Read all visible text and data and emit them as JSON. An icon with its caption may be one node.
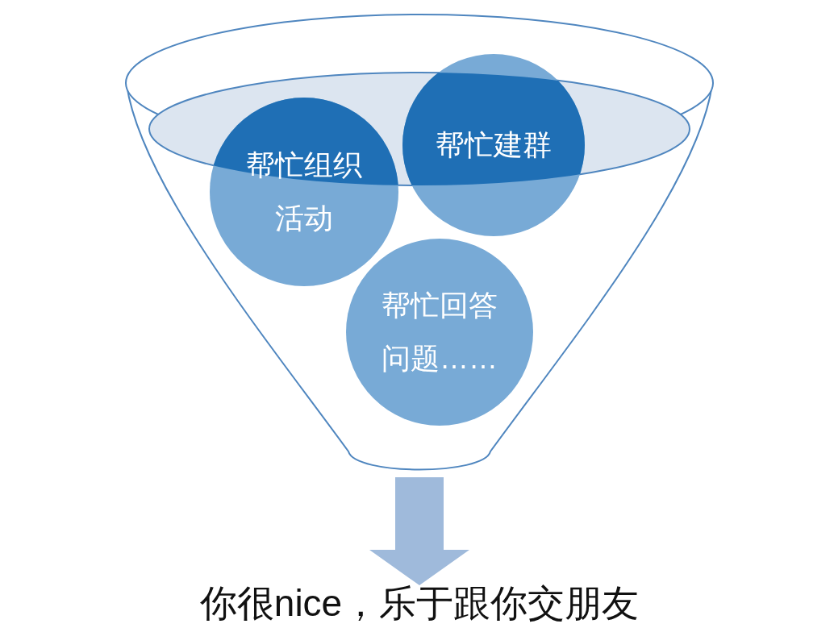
{
  "diagram": {
    "nodes": [
      {
        "text": [],
        "shape": "funnel"
      },
      {
        "text": [
          "帮忙组织活动"
        ],
        "in": 0
      },
      {
        "text": [
          "帮忙建群"
        ],
        "in": 0
      },
      {
        "text": [
          "帮忙回答问题……"
        ],
        "in": 0
      },
      {
        "text": [
          "你很nice，乐于跟你交朋友"
        ]
      }
    ],
    "edges": [
      {
        "from": 0,
        "to": 4,
        "arrow": "to"
      }
    ]
  }
}
